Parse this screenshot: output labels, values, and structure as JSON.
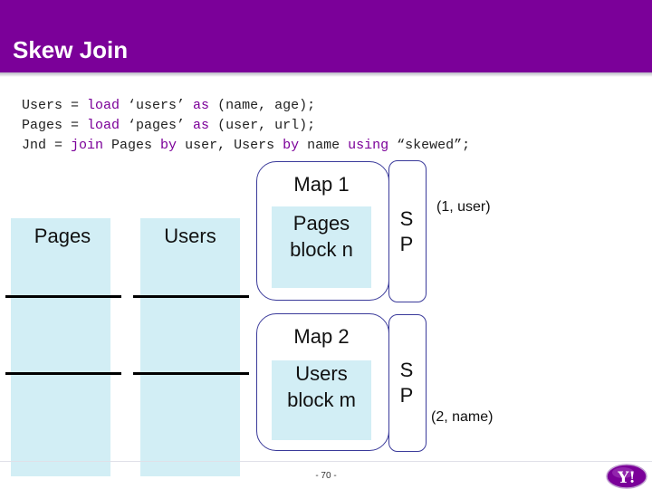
{
  "slide": {
    "title": "Skew Join",
    "code_lines": [
      [
        "Users = ",
        "load",
        " ‘users’ ",
        "as",
        " (name, age);"
      ],
      [
        "Pages = ",
        "load",
        " ‘pages’ ",
        "as",
        " (user, url);"
      ],
      [
        "Jnd = ",
        "join",
        " Pages ",
        "by",
        " user, Users ",
        "by",
        " name ",
        "using",
        " “skewed”;"
      ]
    ],
    "columns": {
      "pages": "Pages",
      "users": "Users"
    },
    "map1": {
      "label": "Map 1",
      "block_line1": "Pages",
      "block_line2": "block n"
    },
    "map2": {
      "label": "Map 2",
      "block_line1": "Users",
      "block_line2": "block m"
    },
    "sp": {
      "line1": "S",
      "line2": "P"
    },
    "annotations": {
      "first": "(1, user)",
      "second": "(2, name)"
    },
    "page_number": "- 70 -",
    "logo_icon": "yahoo-logo-icon",
    "colors": {
      "title_bar": "#7b0099",
      "column_fill": "#d2eef5",
      "keyword": "#7b0099"
    }
  }
}
